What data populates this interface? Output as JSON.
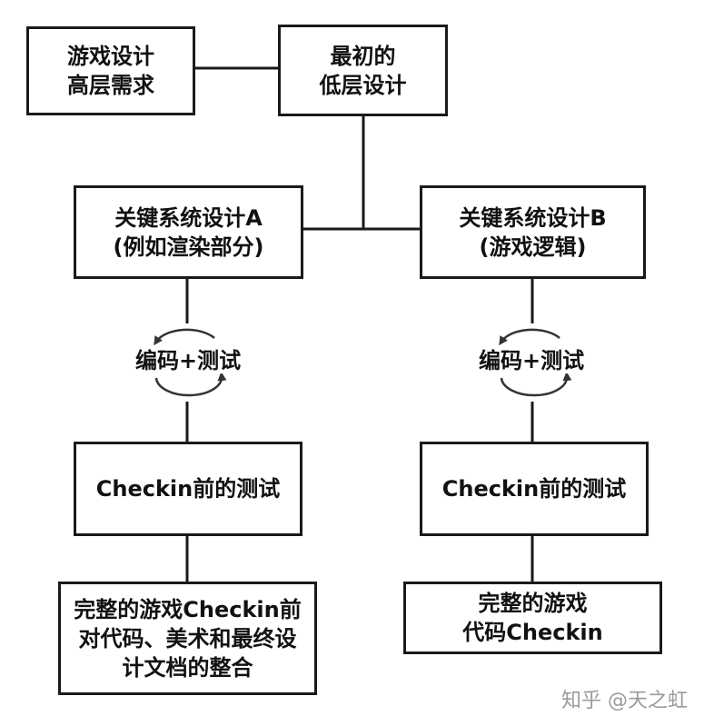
{
  "nodes": {
    "high_level": {
      "line1": "游戏设计",
      "line2": "高层需求"
    },
    "initial_low_level": {
      "line1": "最初的",
      "line2": "低层设计"
    },
    "system_a": {
      "line1": "关键系统设计A",
      "line2": "(例如渲染部分)"
    },
    "system_b": {
      "line1": "关键系统设计B",
      "line2": "(游戏逻辑)"
    },
    "pre_checkin_test_a": {
      "line1": "Checkin前的测试"
    },
    "pre_checkin_test_b": {
      "line1": "Checkin前的测试"
    },
    "integration_a": {
      "line1": "完整的游戏Checkin前",
      "line2": "对代码、美术和最终设",
      "line3": "计文档的整合"
    },
    "integration_b": {
      "line1": "完整的游戏",
      "line2": "代码Checkin"
    }
  },
  "loops": {
    "a": {
      "label": "编码+测试"
    },
    "b": {
      "label": "编码+测试"
    }
  },
  "watermark": {
    "text": "知乎 @天之虹"
  }
}
